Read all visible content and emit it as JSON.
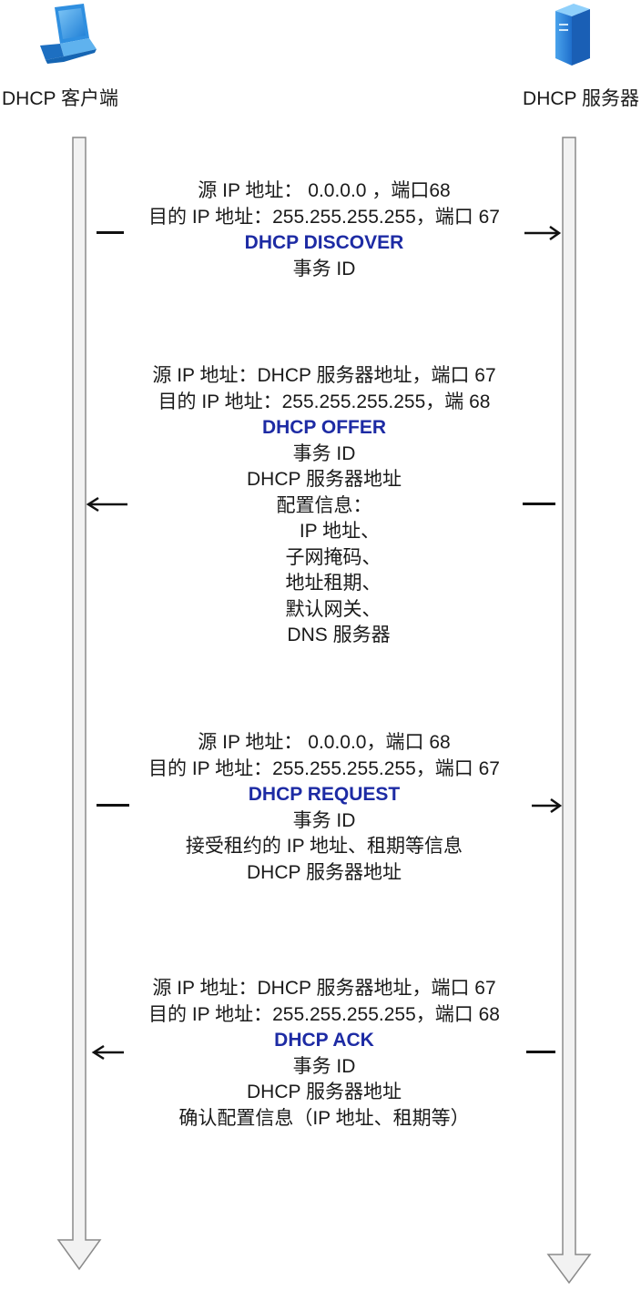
{
  "actors": {
    "client": {
      "label": "DHCP 客户端",
      "icon": "laptop-icon"
    },
    "server": {
      "label": "DHCP 服务器",
      "icon": "server-icon"
    }
  },
  "colors": {
    "message_title": "#1d2ba4",
    "lifeline_fill": "#f2f2f2",
    "lifeline_stroke": "#8a8a8a",
    "icon_blue": "#2f8fe0"
  },
  "messages": [
    {
      "direction": "client-to-server",
      "title": "DHCP DISCOVER",
      "src": "源 IP 地址： 0.0.0.0 ，端口68",
      "dst": "目的 IP 地址：255.255.255.255，端口 67",
      "details": [
        "事务 ID"
      ]
    },
    {
      "direction": "server-to-client",
      "title": "DHCP OFFER",
      "src": "源 IP 地址：DHCP 服务器地址，端口 67",
      "dst": "目的 IP 地址：255.255.255.255，端 68",
      "details": [
        "事务 ID",
        "DHCP 服务器地址",
        "配置信息：",
        "IP 地址、",
        "子网掩码、",
        "地址租期、",
        "默认网关、",
        "DNS 服务器"
      ]
    },
    {
      "direction": "client-to-server",
      "title": "DHCP REQUEST",
      "src": "源 IP 地址： 0.0.0.0，端口 68",
      "dst": "目的 IP 地址：255.255.255.255，端口 67",
      "details": [
        "事务 ID",
        "接受租约的 IP 地址、租期等信息",
        "DHCP 服务器地址"
      ]
    },
    {
      "direction": "server-to-client",
      "title": "DHCP ACK",
      "src": "源 IP 地址：DHCP 服务器地址，端口 67",
      "dst": "目的 IP 地址：255.255.255.255，端口 68",
      "details": [
        "事务 ID",
        "DHCP 服务器地址",
        "确认配置信息（IP 地址、租期等）"
      ]
    }
  ]
}
